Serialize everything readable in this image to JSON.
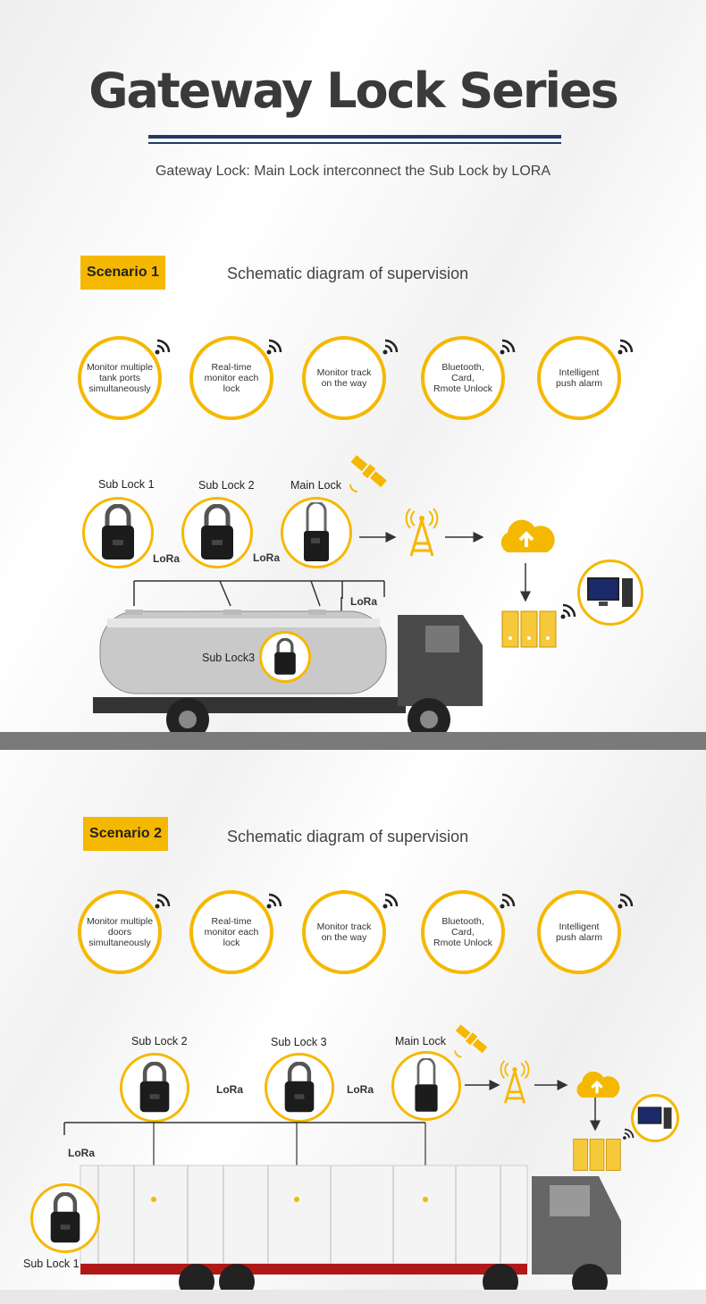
{
  "header": {
    "title": "Gateway Lock Series",
    "subtitle": "Gateway Lock: Main Lock interconnect the Sub Lock by LORA"
  },
  "colors": {
    "accent": "#f5b800",
    "rule": "#1e3c66",
    "road": "#7a7a7a"
  },
  "scenario1": {
    "badge": "Scenario 1",
    "heading": "Schematic diagram of supervision",
    "features": [
      "Monitor multiple\ntank ports\nsimultaneously",
      "Real-time\nmonitor each lock",
      "Monitor track\non the way",
      "Bluetooth,\nCard,\nRmote Unlock",
      "Intelligent\npush alarm"
    ],
    "labels": {
      "sub_lock_1": "Sub Lock 1",
      "sub_lock_2": "Sub Lock 2",
      "main_lock": "Main Lock",
      "sub_lock_3": "Sub Lock3",
      "lora": "LoRa"
    }
  },
  "scenario2": {
    "badge": "Scenario 2",
    "heading": "Schematic diagram of supervision",
    "features": [
      "Monitor multiple\ndoors\nsimultaneously",
      "Real-time\nmonitor each lock",
      "Monitor track\non the way",
      "Bluetooth,\nCard,\nRmote Unlock",
      "Intelligent\npush alarm"
    ],
    "labels": {
      "sub_lock_2": "Sub Lock 2",
      "sub_lock_3": "Sub Lock 3",
      "main_lock": "Main Lock",
      "sub_lock_1": "Sub Lock 1",
      "lora": "LoRa"
    }
  },
  "icons": [
    "wifi-signal-icon",
    "padlock-icon",
    "satellite-icon",
    "tower-icon",
    "cloud-upload-icon",
    "server-icon",
    "computer-icon",
    "tanker-truck-icon",
    "container-truck-icon"
  ]
}
